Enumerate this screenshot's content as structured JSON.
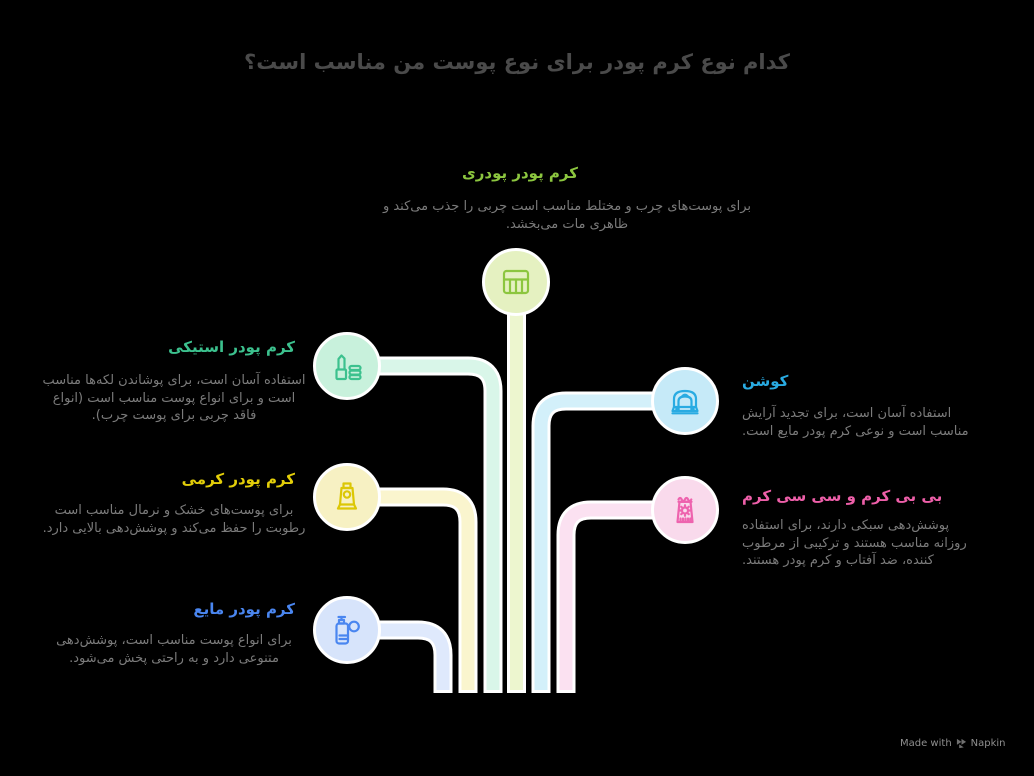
{
  "title": "کدام نوع کرم پودر برای نوع پوست من مناسب است؟",
  "title_color": "#4a4a4a",
  "background_color": "#000000",
  "branches": [
    {
      "id": "powdery",
      "label": "کرم پودر پودری",
      "description": "برای پوست‌های چرب و مختلط مناسب است چربی را جذب می‌کند و ظاهری مات می‌بخشد.",
      "accent_color": "#8CC63F",
      "circle_fill": "#E5F1C1",
      "line_color": "#EDF6CF",
      "icon": "powder-palette-icon",
      "position": "top-center"
    },
    {
      "id": "stick",
      "label": "کرم پودر استیکی",
      "description": "استفاده آسان است، برای پوشاندن لکه‌ها مناسب است و برای انواع پوست مناسب است (انواع فاقد چربی برای پوست چرب).",
      "accent_color": "#3CC18E",
      "circle_fill": "#C8F1DC",
      "line_color": "#D9F6E9",
      "icon": "lipstick-stick-icon",
      "position": "left-top"
    },
    {
      "id": "creamy",
      "label": "کرم پودر کرمی",
      "description": "برای پوست‌های خشک و نرمال مناسب است رطوبت را حفظ می‌کند و پوشش‌دهی بالایی دارد.",
      "accent_color": "#E3CE09",
      "circle_fill": "#F7F1C3",
      "line_color": "#FAF5CE",
      "icon": "cream-tube-icon",
      "position": "left-middle"
    },
    {
      "id": "liquid",
      "label": "کرم پودر مایع",
      "description": "برای انواع پوست مناسب است، پوشش‌دهی متنوعی دارد و به راحتی پخش می‌شود.",
      "accent_color": "#4A86F0",
      "circle_fill": "#D7E4FB",
      "line_color": "#DFE9FC",
      "icon": "pump-bottle-o2-icon",
      "position": "left-bottom"
    },
    {
      "id": "cushion",
      "label": "کوشن",
      "description": "استفاده آسان است، برای تجدید آرایش مناسب است و نوعی کرم پودر مایع است.",
      "accent_color": "#29ABE2",
      "circle_fill": "#C6EAF8",
      "line_color": "#D3F0FA",
      "icon": "cushion-compact-icon",
      "position": "right-top"
    },
    {
      "id": "bbcc",
      "label": "بی بی کرم و سی سی کرم",
      "description": "پوشش‌دهی سبکی دارند، برای استفاده روزانه مناسب هستند و ترکیبی از مرطوب کننده، ضد آفتاب و کرم پودر هستند.",
      "accent_color": "#EE5FA9",
      "circle_fill": "#F9DAEC",
      "line_color": "#FBE1F1",
      "icon": "sunscreen-tube-icon",
      "position": "right-bottom"
    }
  ],
  "footer": {
    "made_with": "Made with",
    "brand": "Napkin"
  }
}
